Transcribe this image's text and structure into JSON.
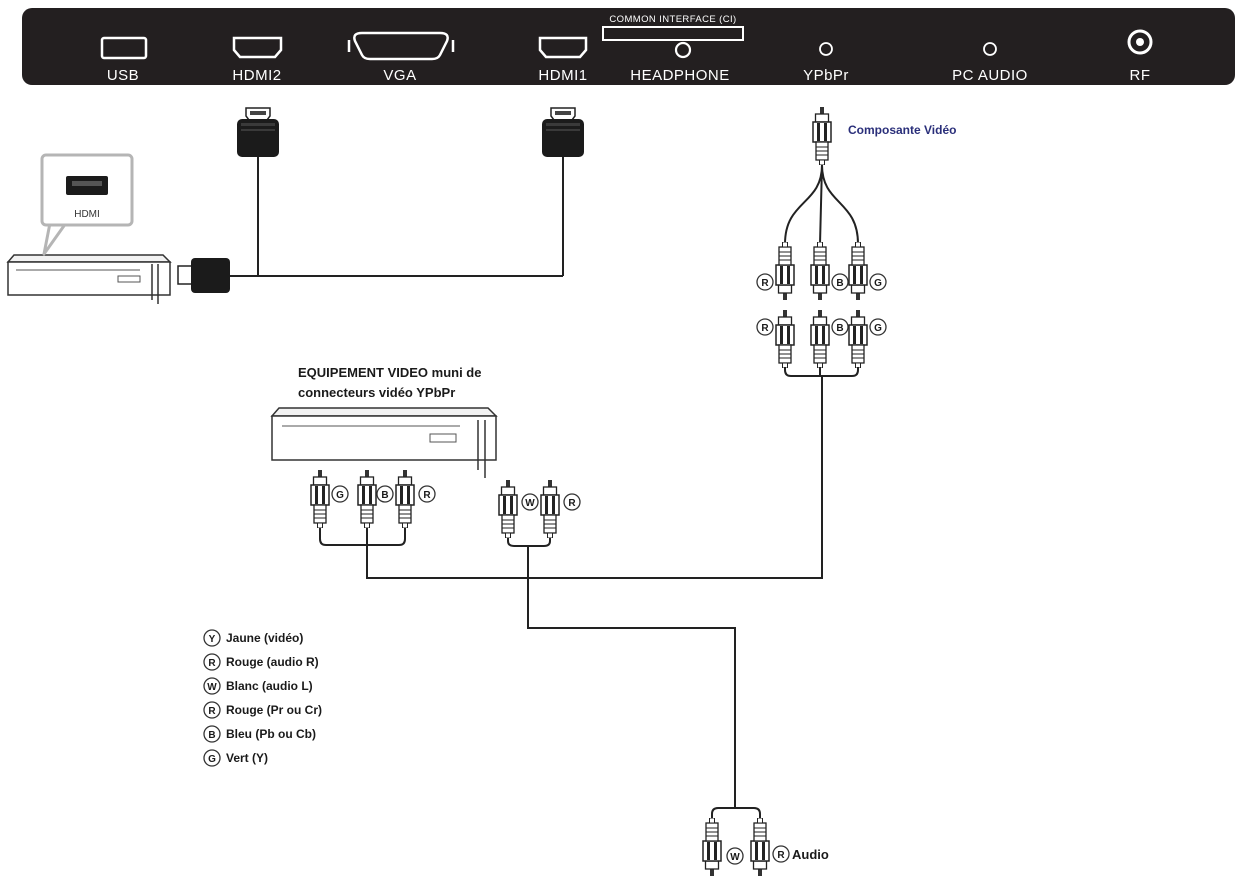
{
  "colors": {
    "panel": "#231f20",
    "panel_text": "#ffffff",
    "line": "#222222",
    "component_label": "#2a2f7a"
  },
  "panel": {
    "ci_label": "COMMON INTERFACE (CI)",
    "ports": [
      {
        "label": "USB",
        "icon": "usb-port-icon"
      },
      {
        "label": "HDMI2",
        "icon": "hdmi-port-icon"
      },
      {
        "label": "VGA",
        "icon": "vga-port-icon"
      },
      {
        "label": "HDMI1",
        "icon": "hdmi-port-icon"
      },
      {
        "label": "HEADPHONE",
        "icon": "headphone-jack-icon"
      },
      {
        "label": "YPbPr",
        "icon": "ypbpr-jack-icon"
      },
      {
        "label": "PC AUDIO",
        "icon": "pc-audio-jack-icon"
      },
      {
        "label": "RF",
        "icon": "rf-coax-icon"
      }
    ]
  },
  "hdmi_device": {
    "callout_label": "HDMI"
  },
  "component": {
    "label": "Composante Vidéo",
    "top_plugs": [
      "R",
      "B",
      "G"
    ],
    "bottom_plugs": [
      "R",
      "B",
      "G"
    ]
  },
  "video_equipment": {
    "title_line1": "EQUIPEMENT VIDEO muni de",
    "title_line2": "connecteurs vidéo YPbPr",
    "video_plugs": [
      "G",
      "B",
      "R"
    ],
    "audio_plugs": [
      "W",
      "R"
    ]
  },
  "audio_out": {
    "plugs": [
      "W",
      "R"
    ],
    "label": "Audio"
  },
  "legend": [
    {
      "letter": "Y",
      "text": "Jaune (vidéo)"
    },
    {
      "letter": "R",
      "text": "Rouge (audio R)"
    },
    {
      "letter": "W",
      "text": "Blanc (audio L)"
    },
    {
      "letter": "R",
      "text": "Rouge (Pr ou Cr)"
    },
    {
      "letter": "B",
      "text": "Bleu (Pb ou Cb)"
    },
    {
      "letter": "G",
      "text": "Vert (Y)"
    }
  ]
}
